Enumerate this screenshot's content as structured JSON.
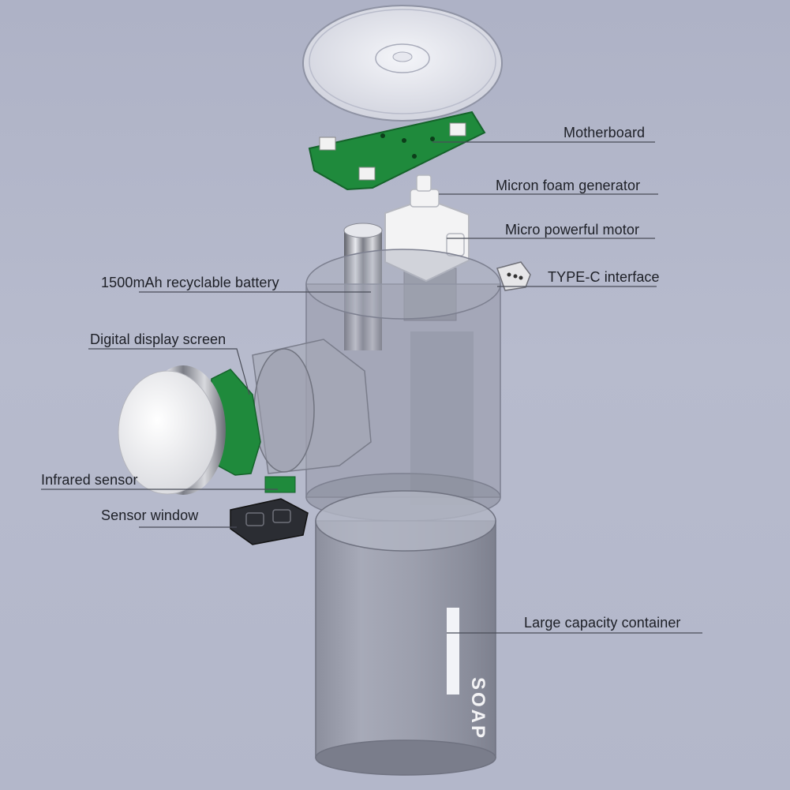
{
  "labels": {
    "motherboard": "Motherboard",
    "foam_generator": "Micron foam generator",
    "motor": "Micro powerful motor",
    "typec": "TYPE-C interface",
    "battery": "1500mAh recyclable battery",
    "display": "Digital display screen",
    "infrared": "Infrared sensor",
    "sensor_window": "Sensor window",
    "container": "Large capacity container"
  },
  "container_text": "SOAP",
  "colors": {
    "background": "#b3b7ca",
    "pcb_green": "#1f8a3c",
    "leader_line": "#4a4d58",
    "label_text": "#1d1f26"
  }
}
